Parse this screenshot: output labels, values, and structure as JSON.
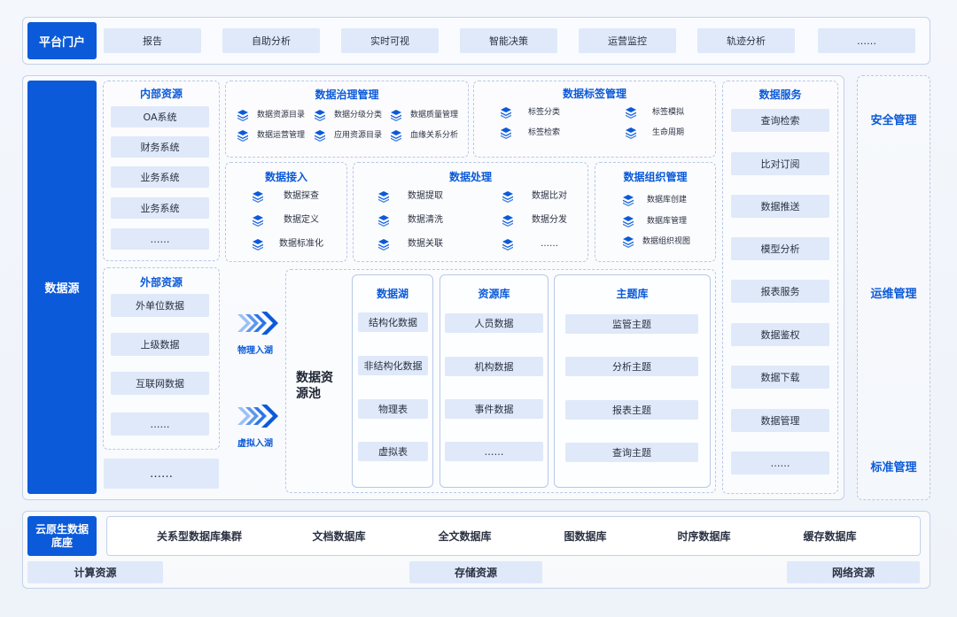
{
  "portal": {
    "title": "平台门户",
    "items": [
      "报告",
      "自助分析",
      "实时可视",
      "智能决策",
      "运营监控",
      "轨迹分析",
      "……"
    ]
  },
  "datasource": {
    "title": "数据源",
    "internal": {
      "title": "内部资源",
      "items": [
        "OA系统",
        "财务系统",
        "业务系统",
        "业务系统",
        "……"
      ]
    },
    "external": {
      "title": "外部资源",
      "items": [
        "外单位数据",
        "上级数据",
        "互联网数据",
        "……"
      ]
    },
    "more": "……"
  },
  "governance": {
    "title": "数据治理管理",
    "items": [
      "数据资源目录",
      "数据分级分类",
      "数据质量管理",
      "数据运营管理",
      "应用资源目录",
      "血缘关系分析"
    ]
  },
  "tagging": {
    "title": "数据标签管理",
    "items": [
      "标签分类",
      "标签模拟",
      "标签检索",
      "生命周期"
    ]
  },
  "ingest": {
    "title": "数据接入",
    "items": [
      "数据探查",
      "数据定义",
      "数据标准化"
    ]
  },
  "processing": {
    "title": "数据处理",
    "items": [
      "数据提取",
      "数据比对",
      "数据清洗",
      "数据分发",
      "数据关联",
      "……"
    ]
  },
  "organization": {
    "title": "数据组织管理",
    "items": [
      "数据库创建",
      "数据库管理",
      "数据组织视图"
    ]
  },
  "flow": {
    "physical": "物理入湖",
    "virtual": "虚拟入湖"
  },
  "pool": {
    "title": "数据资源池",
    "lake": {
      "title": "数据湖",
      "items": [
        "结构化数据",
        "非结构化数据",
        "物理表",
        "虚拟表"
      ]
    },
    "resource": {
      "title": "资源库",
      "items": [
        "人员数据",
        "机构数据",
        "事件数据",
        "……"
      ]
    },
    "theme": {
      "title": "主题库",
      "items": [
        "监管主题",
        "分析主题",
        "报表主题",
        "查询主题"
      ]
    }
  },
  "services": {
    "title": "数据服务",
    "items": [
      "查询检索",
      "比对订阅",
      "数据推送",
      "模型分析",
      "报表服务",
      "数据鉴权",
      "数据下载",
      "数据管理",
      "……"
    ]
  },
  "management": {
    "items": [
      "安全管理",
      "运维管理",
      "标准管理"
    ]
  },
  "cloud": {
    "title": "云原生数据底座",
    "databases": [
      "关系型数据库集群",
      "文档数据库",
      "全文数据库",
      "图数据库",
      "时序数据库",
      "缓存数据库"
    ],
    "resources": [
      "计算资源",
      "存储资源",
      "网络资源"
    ]
  },
  "colors": {
    "accent": "#0b5ad9",
    "chip": "#dfe9f9",
    "border": "#c4d1ea"
  }
}
